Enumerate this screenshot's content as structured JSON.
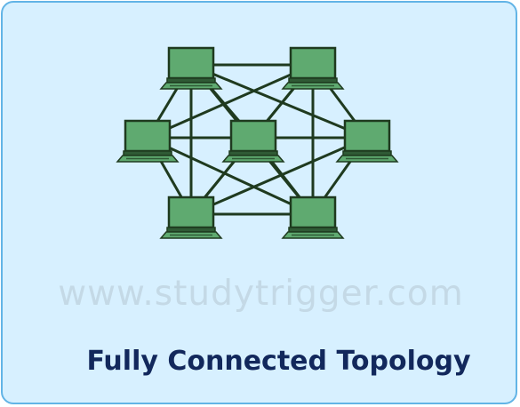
{
  "diagram": {
    "type": "network-topology",
    "node_icon": "laptop-icon",
    "node_count": 7,
    "colors": {
      "background": "#d7f0ff",
      "border": "#62b4e6",
      "link": "#1f3a1f",
      "laptop_fill": "#5faa70",
      "laptop_outline": "#1f3a1f",
      "caption": "#12285c",
      "watermark": "#c4d9e6"
    }
  },
  "watermark": "www.studytrigger.com",
  "caption": "Fully Connected Topology"
}
